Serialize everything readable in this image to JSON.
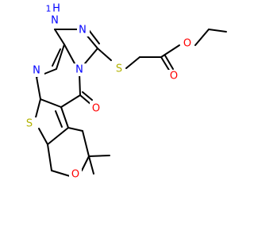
{
  "molecule": {
    "colors": {
      "bond": "#000000",
      "nitrogen": "#0000ff",
      "oxygen": "#ff0000",
      "sulfur": "#b2b200",
      "background": "#ffffff"
    },
    "atoms": {
      "nh": "N",
      "nh_h": "H",
      "h_prefix": "1",
      "n_triazole_top": "N",
      "n_pyrimidine": "N",
      "n_bridge": "N",
      "s_thioether": "S",
      "s_thiophene": "S",
      "o_ketone": "O",
      "o_ester_carbonyl": "O",
      "o_ester": "O",
      "o_pyran": "O"
    }
  }
}
